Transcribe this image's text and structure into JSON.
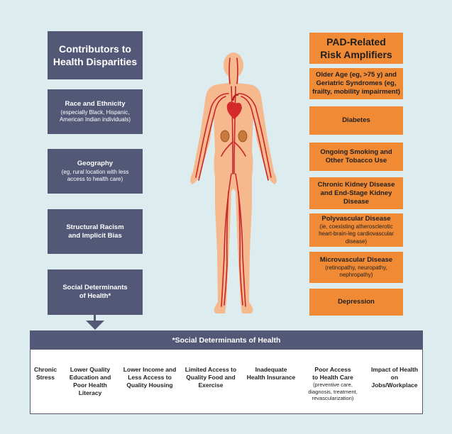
{
  "left_column": {
    "header": "Contributors to\nHealth Disparities",
    "items": [
      {
        "title": "Race and Ethnicity",
        "sub": "(especially Black, Hispanic,\nAmerican Indian individuals)"
      },
      {
        "title": "Geography",
        "sub": "(eg, rural location with less\naccess to health care)"
      },
      {
        "title": "Structural Racism\nand Implicit Bias",
        "sub": ""
      },
      {
        "title": "Social Determinants\nof Health*",
        "sub": ""
      }
    ]
  },
  "right_column": {
    "header": "PAD-Related\nRisk Amplifiers",
    "items": [
      {
        "title": "Older Age (eg, >75 y) and\nGeriatric Syndromes (eg,\nfrailty, mobility impairment)",
        "sub": ""
      },
      {
        "title": "Diabetes",
        "sub": ""
      },
      {
        "title": "Ongoing Smoking and\nOther Tobacco Use",
        "sub": ""
      },
      {
        "title": "Chronic Kidney Disease\nand End-Stage Kidney\nDisease",
        "sub": ""
      },
      {
        "title": "Polyvascular Disease",
        "sub": "(ie, coexisting atherosclerotic\nheart-brain-leg cardiovascular\ndisease)"
      },
      {
        "title": "Microvascular Disease",
        "sub": "(retinopathy, neuropathy,\nnephropathy)"
      },
      {
        "title": "Depression",
        "sub": ""
      }
    ]
  },
  "sdoh": {
    "title": "*Social Determinants of Health",
    "items": [
      {
        "title": "Chronic\nStress",
        "sub": ""
      },
      {
        "title": "Lower Quality\nEducation and\nPoor Health\nLiteracy",
        "sub": ""
      },
      {
        "title": "Lower Income and\nLess Access to\nQuality Housing",
        "sub": ""
      },
      {
        "title": "Limited Access to\nQuality Food and\nExercise",
        "sub": ""
      },
      {
        "title": "Inadequate\nHealth Insurance",
        "sub": ""
      },
      {
        "title": "Poor Access\nto Health Care",
        "sub": "(preventive care,\ndiagnosis, treatment,\nrevascularization)"
      },
      {
        "title": "Impact of Health\non\nJobs/Workplace",
        "sub": ""
      }
    ]
  },
  "colors": {
    "background": "#dcecef",
    "left_box": "#535877",
    "right_box": "#f08a35",
    "skin": "#f6b98e",
    "vessel": "#c8262b",
    "heart": "#d42a2c",
    "kidney": "#c8793b"
  }
}
